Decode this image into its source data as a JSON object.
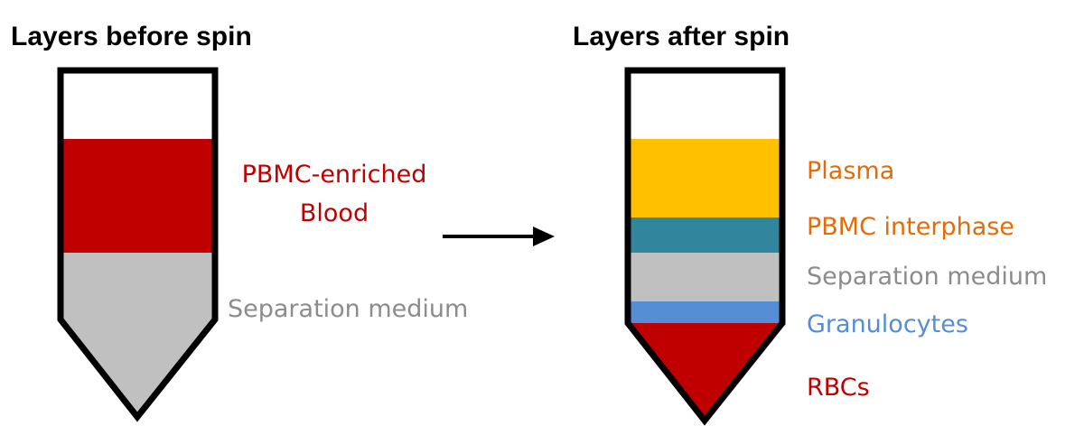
{
  "before": {
    "title": "Layers before spin",
    "labels": {
      "blood_line1": "PBMC-enriched",
      "blood_line2": "Blood",
      "separation": "Separation medium"
    }
  },
  "after": {
    "title": "Layers after spin",
    "labels": {
      "plasma": "Plasma",
      "pbmc": "PBMC interphase",
      "separation": "Separation medium",
      "granulocytes": "Granulocytes",
      "rbcs": "RBCs"
    }
  },
  "colors": {
    "blood": "#c00000",
    "separation_medium": "#c0c0c0",
    "plasma": "#ffc000",
    "pbmc_interphase": "#31859c",
    "granulocytes": "#558ed5",
    "rbcs": "#c00000",
    "label_orange": "#e36c09",
    "label_gray": "#8c8c8c",
    "label_blue": "#558ed5",
    "label_red": "#c00000"
  }
}
